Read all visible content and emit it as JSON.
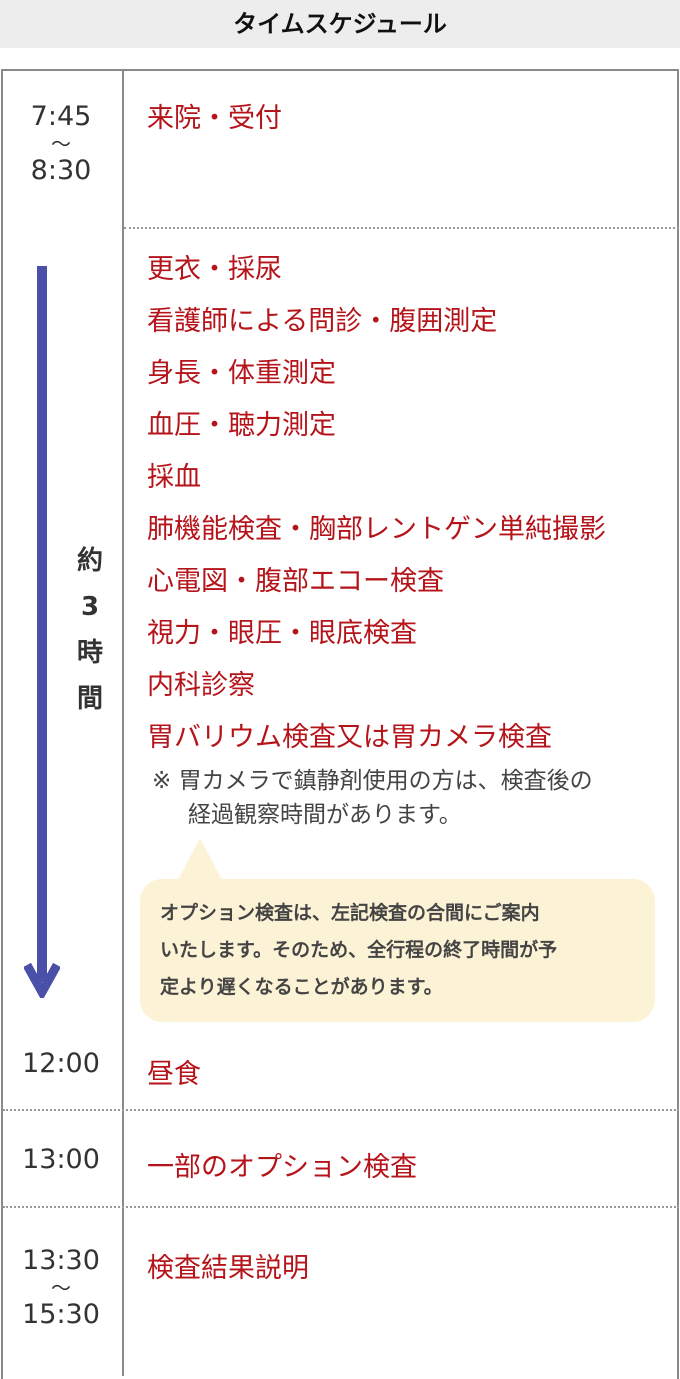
{
  "title": "タイムスケジュール",
  "rows": [
    {
      "time_start": "7:45",
      "tilde": "〜",
      "time_end": "8:30",
      "item": "来院・受付"
    },
    {
      "items": [
        "更衣・採尿",
        "看護師による問診・腹囲測定",
        "身長・体重測定",
        "血圧・聴力測定",
        "採血",
        "肺機能検査・胸部レントゲン単純撮影",
        "心電図・腹部エコー検査",
        "視力・眼圧・眼底検査",
        "内科診察",
        "胃バリウム検査又は胃カメラ検査"
      ],
      "note_mark": "※",
      "note_line1": "胃カメラで鎮静剤使用の方は、検査後の",
      "note_line2": "経過観察時間があります。",
      "duration": [
        "約",
        "3",
        "時",
        "間"
      ],
      "bubble": [
        "オプション検査は、左記検査の合間にご案内",
        "いたします。そのため、全行程の終了時間が予",
        "定より遅くなることがあります。"
      ]
    },
    {
      "time": "12:00",
      "item": "昼食"
    },
    {
      "time": "13:00",
      "item": "一部のオプション検査"
    },
    {
      "time_start": "13:30",
      "tilde": "〜",
      "time_end": "15:30",
      "item": "検査結果説明"
    }
  ],
  "colors": {
    "item": "#b5141a",
    "arrow": "#4a4fa8",
    "bubble": "#fcf2d6"
  }
}
